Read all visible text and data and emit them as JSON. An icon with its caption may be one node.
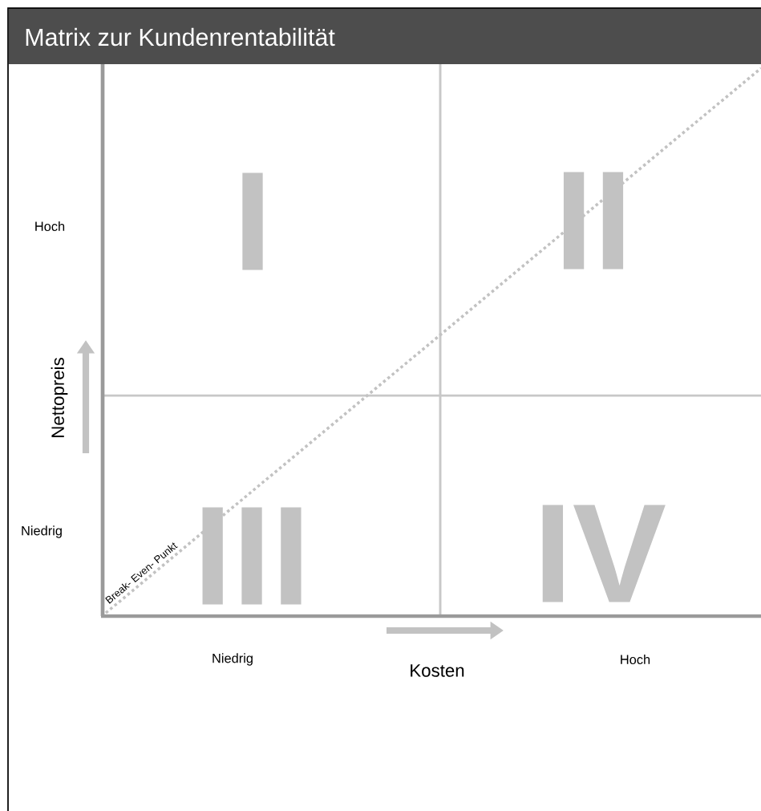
{
  "diagram": {
    "title": "Matrix zur Kundenrentabilität",
    "labels": [
      "Hoch",
      "I",
      "II",
      "Nettopreis",
      "Niedrig",
      "Break- Even- Punkt",
      "III",
      "IV",
      "Niedrig",
      "Hoch",
      "Kosten"
    ]
  }
}
